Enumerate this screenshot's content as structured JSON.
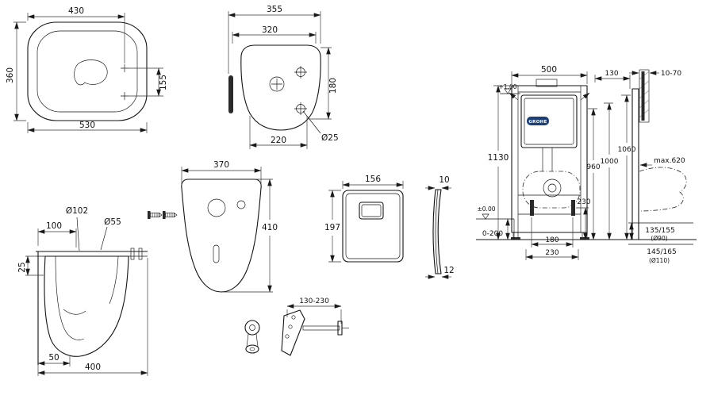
{
  "drawing": {
    "brand": "GROHE",
    "seat_top": {
      "length_top": "430",
      "width": "360",
      "length_total": "530",
      "hinge_offset": "155"
    },
    "bowl_back": {
      "width_total": "355",
      "width_inner": "320",
      "height": "180",
      "width_bottom": "220",
      "hole_dia": "Ø25"
    },
    "gasket": {
      "width": "370",
      "height": "410"
    },
    "bowl_side": {
      "inlet_dia": "Ø102",
      "inlet_offset": "100",
      "outlet_dia": "Ø55",
      "rim_drop": "25",
      "foot_depth": "50",
      "depth_total": "400"
    },
    "flush_plate": {
      "width": "156",
      "height": "197",
      "thickness_top": "10",
      "thickness_bottom": "12"
    },
    "bracket": {
      "range": "130-230"
    },
    "frame": {
      "width": "500",
      "depth": "130",
      "tile_range": "10-70",
      "height": "1130",
      "h_1060": "1060",
      "h_1000": "1000",
      "h_960": "960",
      "h_outlet": "230",
      "max_width": "max.620",
      "level_top": "+1.00",
      "level_zero": "±0.00",
      "foot_adjust": "0-200",
      "bolt_span": "180",
      "pan_span": "230",
      "outlet_a": "135/155",
      "outlet_a_dia": "(Ø90)",
      "outlet_b": "145/165",
      "outlet_b_dia": "(Ø110)"
    }
  }
}
